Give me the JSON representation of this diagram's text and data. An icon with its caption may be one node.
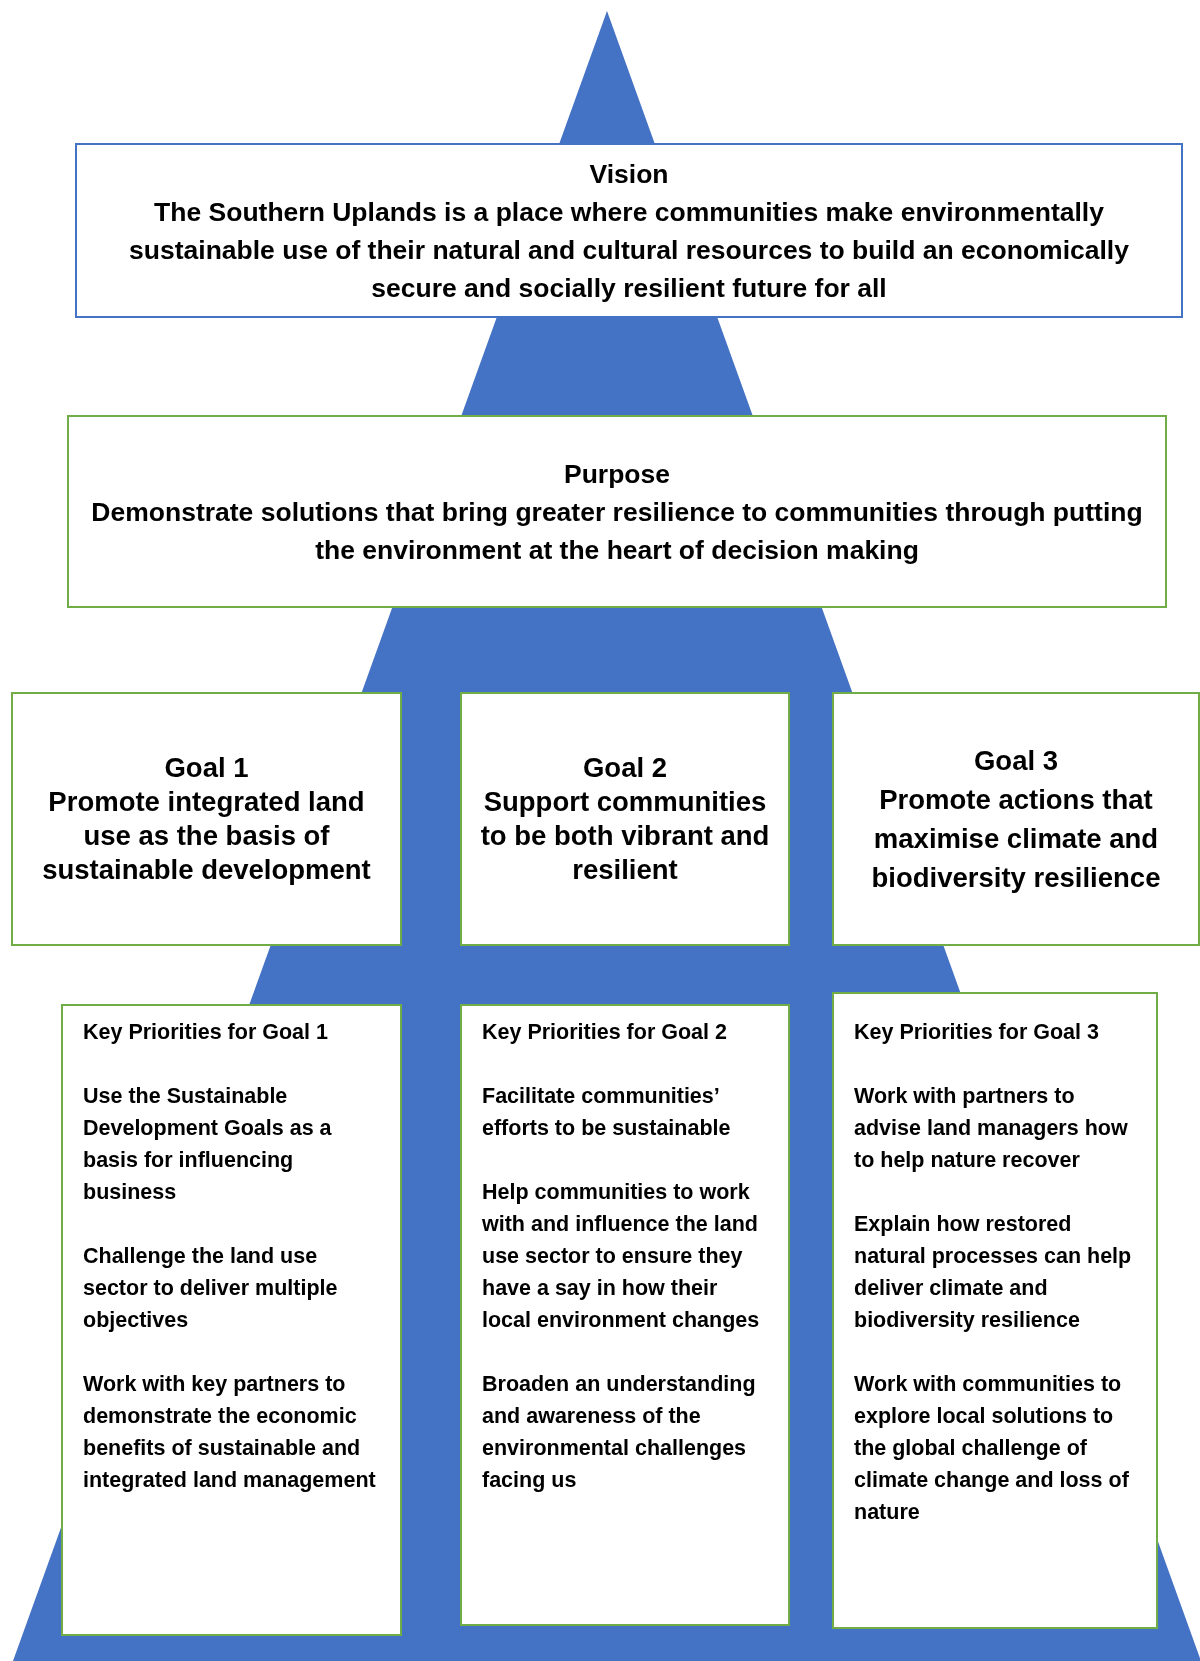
{
  "diagram": {
    "nodes": [
      {
        "text": [
          "Vision",
          "The Southern Uplands is a place where communities make environmentally sustainable use of their natural and cultural resources to build an economically secure and socially resilient future for all"
        ]
      },
      {
        "text": [
          "Purpose",
          "Demonstrate solutions that bring greater resilience to communities through putting the environment at the heart of decision making"
        ]
      },
      {
        "text": [
          "Goal 1",
          "Promote integrated land use as the basis of sustainable development"
        ]
      },
      {
        "text": [
          "Goal 2",
          "Support communities to be both vibrant and resilient"
        ]
      },
      {
        "text": [
          "Goal 3",
          "Promote actions that maximise climate and biodiversity resilience"
        ]
      },
      {
        "text": [
          "Key Priorities for Goal 1",
          "Use the Sustainable Development Goals as a basis for influencing business",
          "Challenge the land use sector to deliver multiple objectives",
          "Work with key partners to demonstrate the economic benefits of sustainable and integrated land management"
        ]
      },
      {
        "text": [
          "Key Priorities for Goal 2",
          "Facilitate communities’ efforts to be sustainable",
          "Help communities to work with and influence the land use sector to ensure they have a say in how their local environment changes",
          "Broaden an understanding and awareness of the environmental challenges facing us"
        ]
      },
      {
        "text": [
          "Key Priorities for Goal 3",
          "Work with partners to advise land managers how to help nature recover",
          "Explain how restored natural processes can help deliver climate and biodiversity resilience",
          "Work with communities to explore local solutions to the global challenge of climate change and loss of nature"
        ]
      }
    ],
    "edges": []
  }
}
